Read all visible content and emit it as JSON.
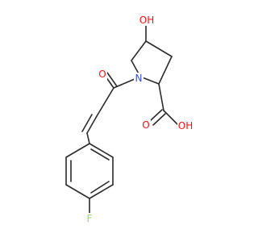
{
  "molecule": {
    "atoms": [
      {
        "label": "O",
        "color": "#ff0d0d"
      },
      {
        "label": "OH",
        "color": "#ff0d0d"
      },
      {
        "label": "N",
        "color": "#3050f8"
      },
      {
        "label": "O",
        "color": "#ff0d0d"
      },
      {
        "label": "OH",
        "color": "#ff0d0d"
      },
      {
        "label": "F",
        "color": "#90e050"
      }
    ],
    "bond_color": "#2b2b2b"
  }
}
